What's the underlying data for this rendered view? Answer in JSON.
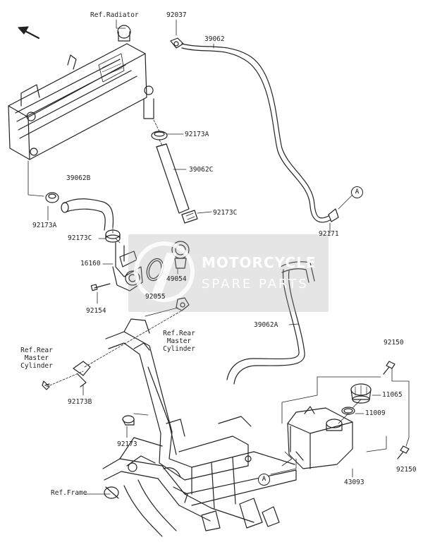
{
  "labels": {
    "ref_radiator": "Ref.Radiator",
    "p92037": "92037",
    "p39062": "39062",
    "p92173a_top": "92173A",
    "p39062c": "39062C",
    "p92173c_right": "92173C",
    "p39062b": "39062B",
    "p92173a_left": "92173A",
    "p92173c_left": "92173C",
    "p16160": "16160",
    "p49054": "49054",
    "p92055": "92055",
    "p92154": "92154",
    "p92171": "92171",
    "ref_rear_master_cyl_1": "Ref.Rear",
    "ref_rear_master_cyl_2": "Master",
    "ref_rear_master_cyl_3": "Cylinder",
    "ref_rear_master_cyl_left_1": "Ref.Rear",
    "ref_rear_master_cyl_left_2": "Master",
    "ref_rear_master_cyl_left_3": "Cylinder",
    "p39062a": "39062A",
    "p92150_top": "92150",
    "p11065": "11065",
    "p11009": "11009",
    "p92173b": "92173B",
    "p92173": "92173",
    "p92150_bottom": "92150",
    "p43093": "43093",
    "ref_frame": "Ref.Frame",
    "marker_a": "A"
  },
  "watermark": {
    "line1": "MOTORCYCLE",
    "line2": "SPARE PARTS"
  },
  "colors": {
    "line": "#222222",
    "watermark_box": "#a0a0a0"
  }
}
